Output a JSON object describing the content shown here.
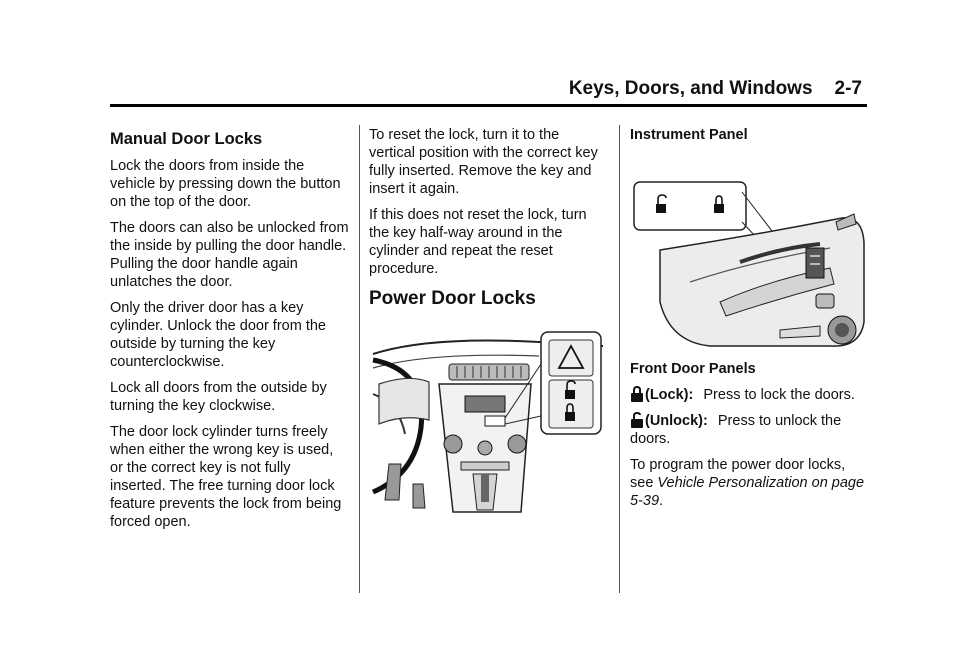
{
  "header": {
    "section_title": "Keys, Doors, and Windows",
    "page_number": "2-7"
  },
  "col1": {
    "heading": "Manual Door Locks",
    "paragraphs": [
      "Lock the doors from inside the vehicle by pressing down the button on the top of the door.",
      "The doors can also be unlocked from the inside by pulling the door handle. Pulling the door handle again unlatches the door.",
      "Only the driver door has a key cylinder. Unlock the door from the outside by turning the key counterclockwise.",
      "Lock all doors from the outside by turning the key clockwise.",
      "The door lock cylinder turns freely when either the wrong key is used, or the correct key is not fully inserted. The free turning door lock feature prevents the lock from being forced open."
    ]
  },
  "col2": {
    "paragraphs": [
      "To reset the lock, turn it to the vertical position with the correct key fully inserted. Remove the key and insert it again.",
      "If this does not reset the lock, turn the key half-way around in the cylinder and repeat the reset procedure."
    ],
    "heading": "Power Door Locks"
  },
  "col3": {
    "caption_top": "Instrument Panel",
    "caption_bottom": "Front Door Panels",
    "lock_label": "(Lock):",
    "lock_text": "Press to lock the doors.",
    "unlock_label": "(Unlock):",
    "unlock_text": "Press to unlock the doors.",
    "program_text": "To program the power door locks, see",
    "program_ref": "Vehicle Personalization on page 5-39",
    "program_end": "."
  },
  "icons": {
    "lock": "lock-icon",
    "unlock": "unlock-icon",
    "hazard": "hazard-icon"
  }
}
